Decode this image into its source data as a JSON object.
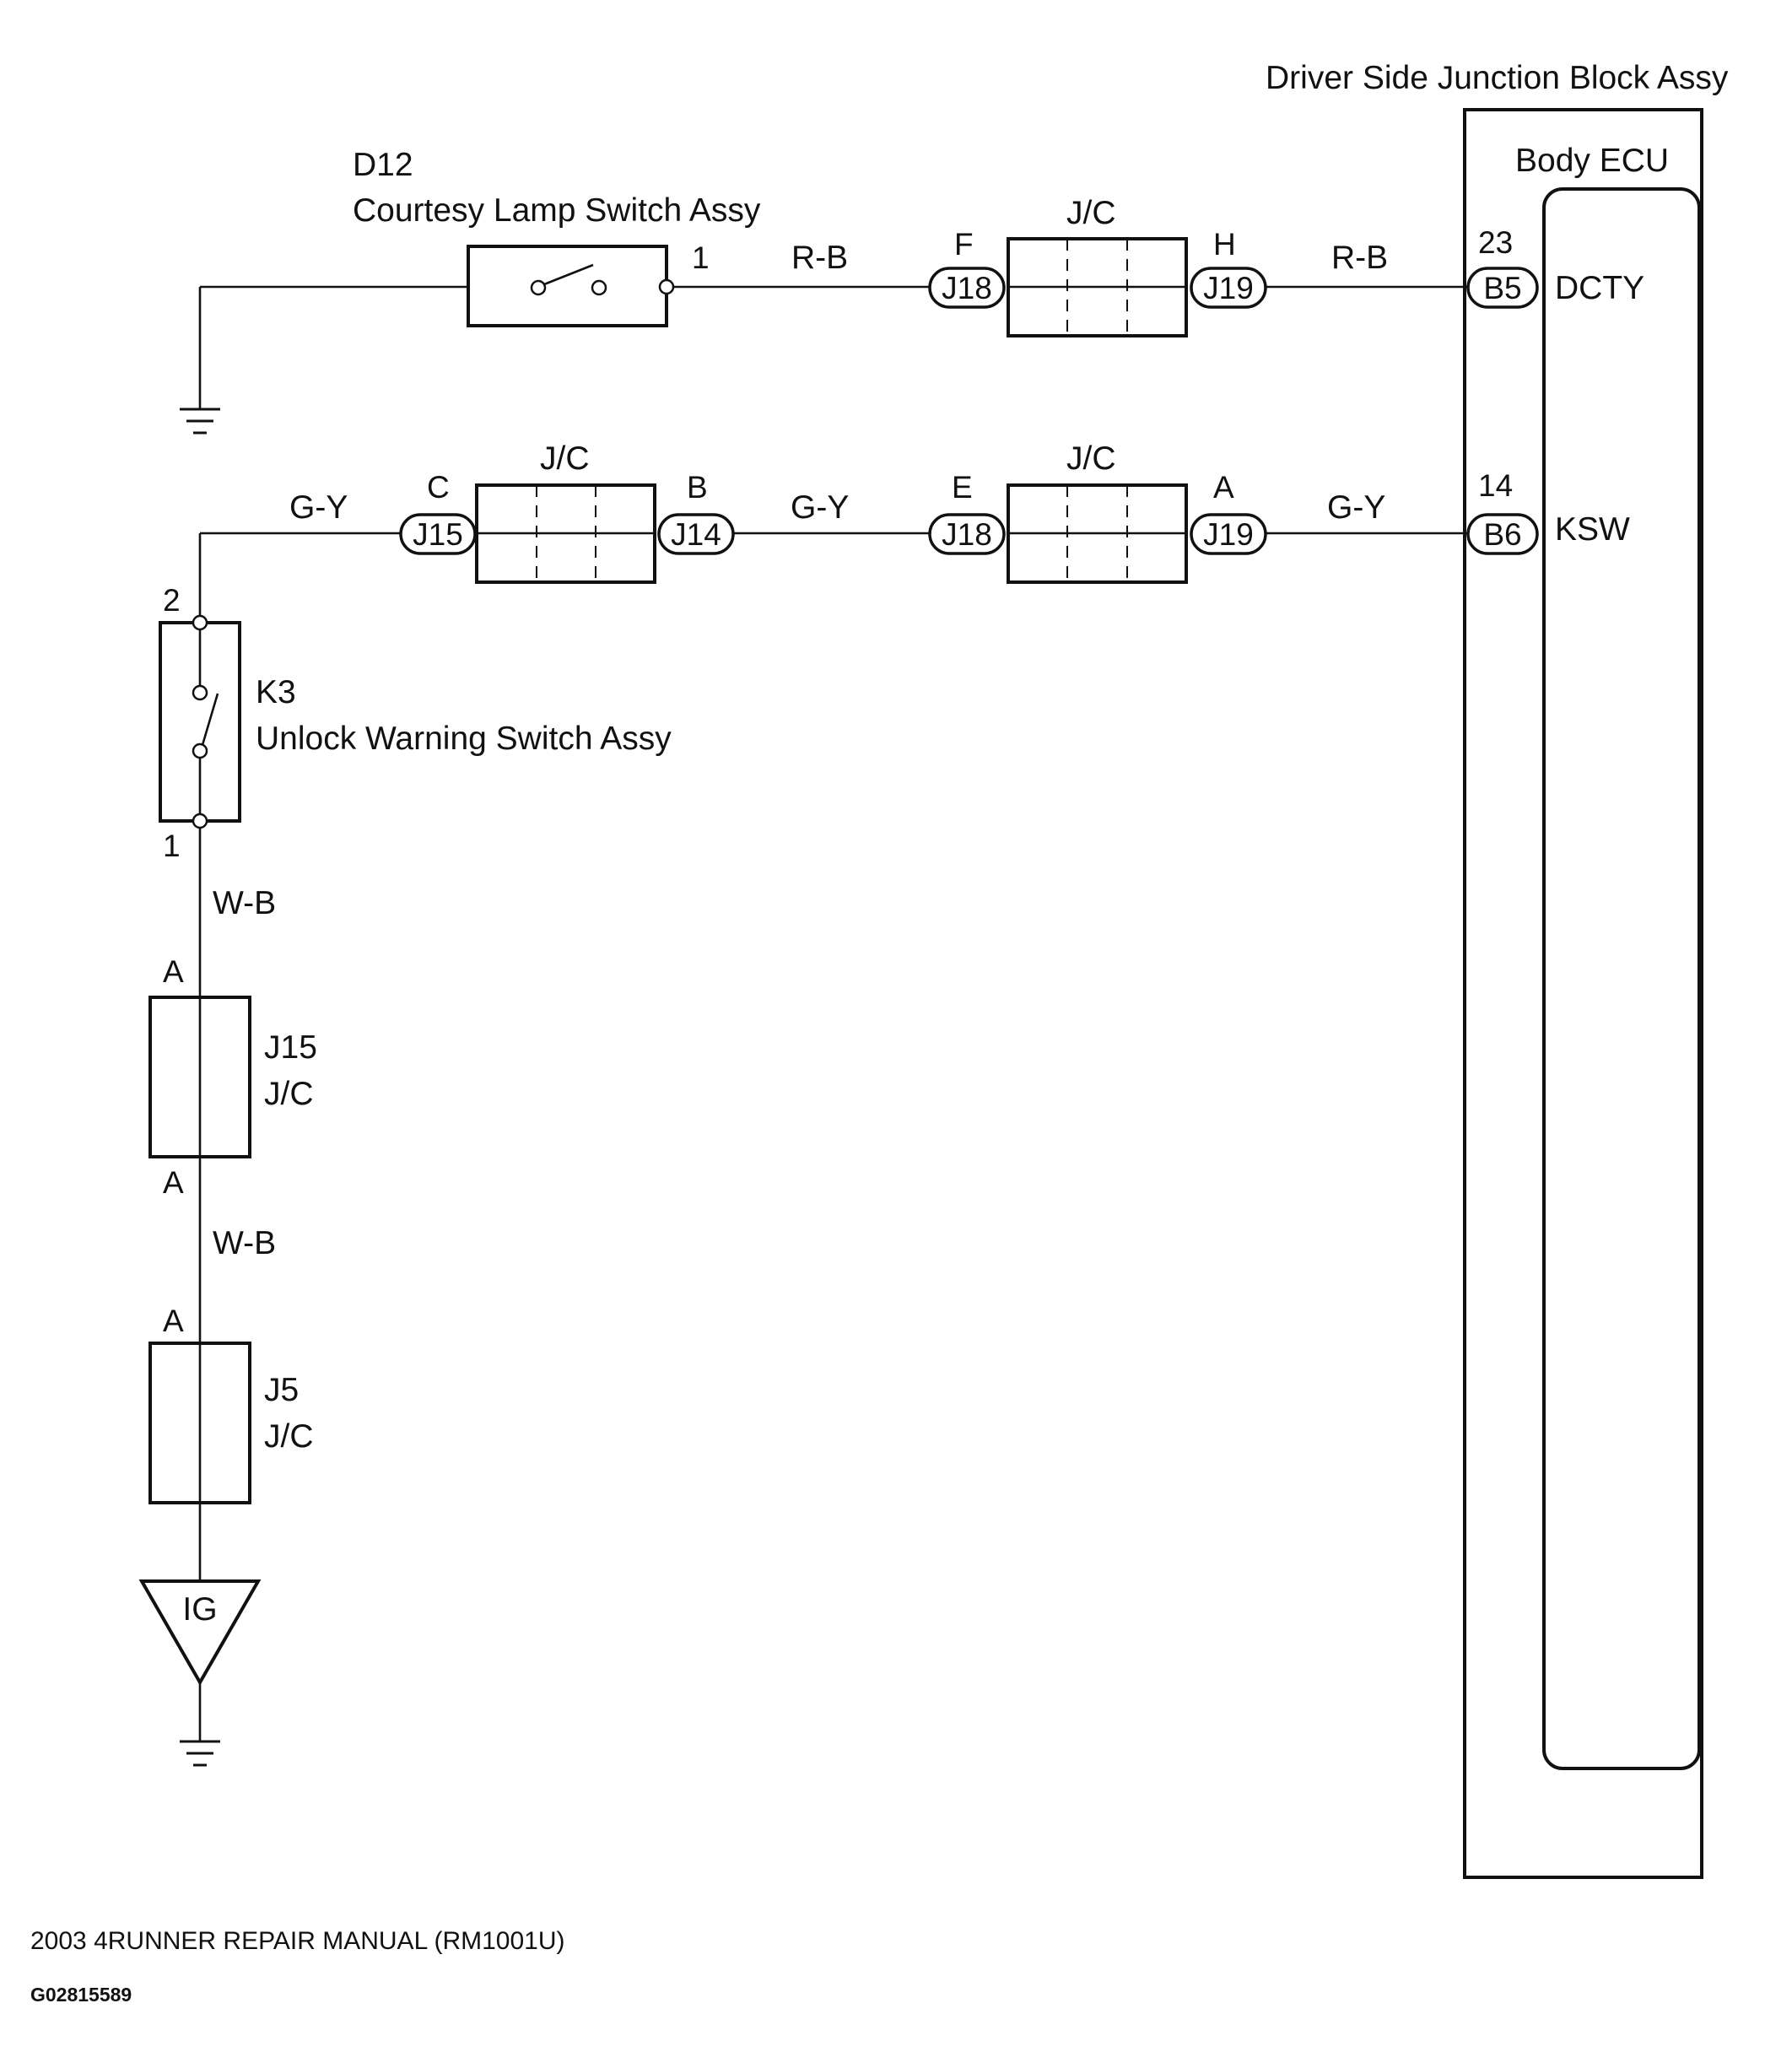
{
  "title": {
    "junction_block": "Driver Side Junction Block Assy",
    "body_ecu": "Body ECU"
  },
  "components": {
    "courtesy_switch": {
      "code": "D12",
      "name": "Courtesy Lamp Switch Assy",
      "pin": "1"
    },
    "unlock_switch": {
      "code": "K3",
      "name": "Unlock Warning Switch Assy",
      "pin_top": "2",
      "pin_bottom": "1"
    },
    "jc_j15": {
      "code": "J15",
      "type": "J/C",
      "pin_top": "A",
      "pin_bottom": "A"
    },
    "jc_j5": {
      "code": "J5",
      "type": "J/C",
      "pin_top": "A"
    },
    "ig": "IG"
  },
  "wires": {
    "rb_left": "R-B",
    "rb_right": "R-B",
    "gy_1": "G-Y",
    "gy_2": "G-Y",
    "gy_3": "G-Y",
    "wb_1": "W-B",
    "wb_2": "W-B"
  },
  "junctions": {
    "top": {
      "label": "J/C",
      "left_pin": "F",
      "left_conn": "J18",
      "right_pin": "H",
      "right_conn": "J19"
    },
    "mid_left": {
      "label": "J/C",
      "left_pin": "C",
      "left_conn": "J15",
      "right_pin": "B",
      "right_conn": "J14"
    },
    "mid_right": {
      "label": "J/C",
      "left_pin": "E",
      "left_conn": "J18",
      "right_pin": "A",
      "right_conn": "J19"
    }
  },
  "ecu_terminals": {
    "dcty": {
      "pin": "23",
      "conn": "B5",
      "name": "DCTY"
    },
    "ksw": {
      "pin": "14",
      "conn": "B6",
      "name": "KSW"
    }
  },
  "footer": {
    "manual": "2003 4RUNNER REPAIR MANUAL   (RM1001U)",
    "figure_id": "G02815589"
  }
}
